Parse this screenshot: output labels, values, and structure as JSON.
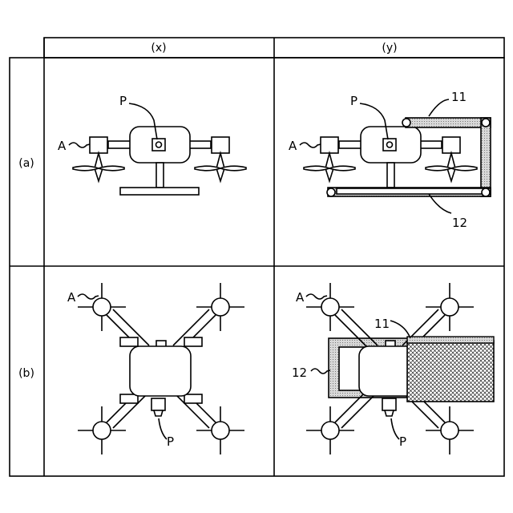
{
  "columns": [
    "(x)",
    "(y)"
  ],
  "rows": [
    "(a)",
    "(b)"
  ],
  "labels": {
    "propeller_unit": "A",
    "payload": "P",
    "first_member": "11",
    "second_member": "12"
  },
  "colors": {
    "line": "#000000",
    "background": "#ffffff",
    "hatch_fill": "#d8d8d8"
  }
}
